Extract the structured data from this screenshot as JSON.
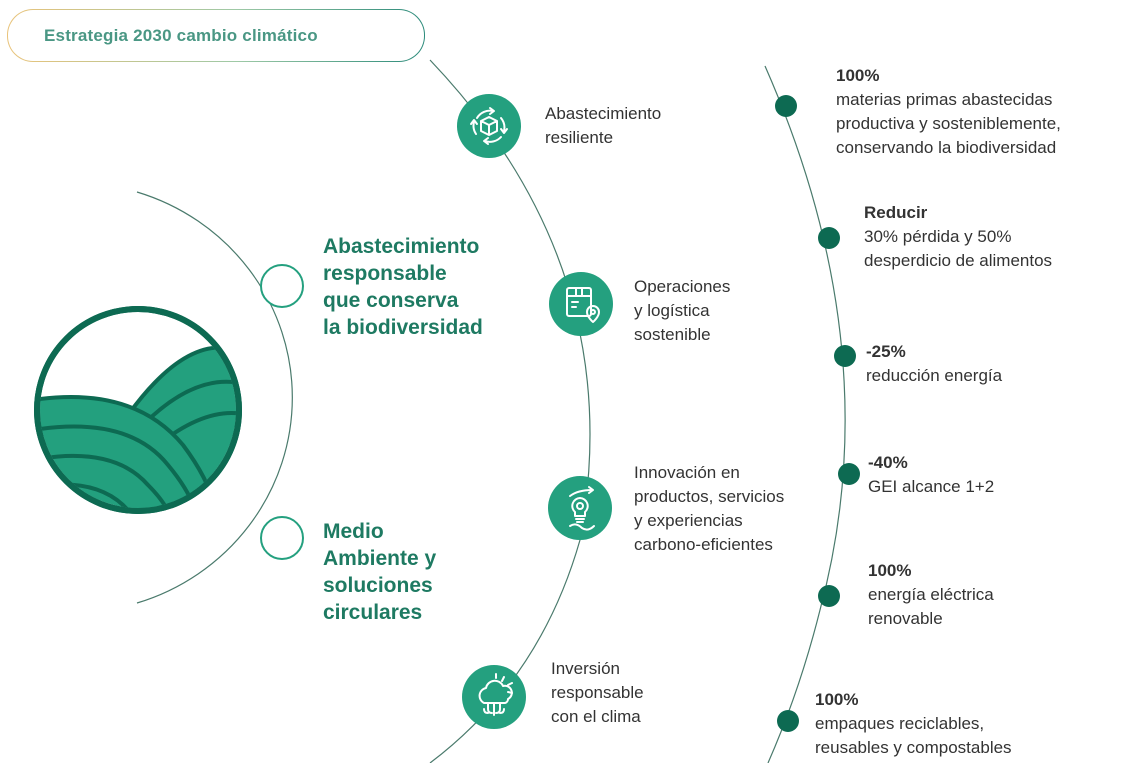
{
  "title": "Estrategia 2030 cambio climático",
  "pillars": [
    {
      "lines": [
        "Abastecimiento",
        "responsable",
        "que conserva",
        "la biodiversidad"
      ]
    },
    {
      "lines": [
        "Medio",
        "Ambiente y",
        "soluciones",
        "circulares"
      ]
    }
  ],
  "focus_areas": [
    {
      "icon": "cycle-box-icon",
      "lines": [
        "Abastecimiento",
        "resiliente"
      ]
    },
    {
      "icon": "package-location-icon",
      "lines": [
        "Operaciones",
        "y logística",
        "sostenible"
      ]
    },
    {
      "icon": "innovation-lightbulb-icon",
      "lines": [
        "Innovación en",
        "productos, servicios",
        "y experiencias",
        "carbono-eficientes"
      ]
    },
    {
      "icon": "cloud-sun-icon",
      "lines": [
        "Inversión",
        "responsable",
        "con el clima"
      ]
    }
  ],
  "goals": [
    {
      "headline": "100%",
      "lines": [
        "materias primas abastecidas",
        "productiva y sosteniblemente,",
        "conservando la biodiversidad"
      ]
    },
    {
      "headline": "Reducir",
      "lines": [
        "30% pérdida y 50%",
        "desperdicio de alimentos"
      ]
    },
    {
      "headline": "-25%",
      "lines": [
        "reducción energía"
      ]
    },
    {
      "headline": "-40%",
      "lines": [
        "GEI alcance 1+2"
      ]
    },
    {
      "headline": "100%",
      "lines": [
        "energía eléctrica",
        "renovable"
      ]
    },
    {
      "headline": "100%",
      "lines": [
        "empaques reciclables,",
        "reusables y compostables"
      ]
    }
  ],
  "colors": {
    "dark_green": "#0d6a52",
    "icon_green": "#24a07f",
    "pillar_text": "#1e7a62",
    "title_text": "#4a9784",
    "line": "#3d6e60"
  }
}
